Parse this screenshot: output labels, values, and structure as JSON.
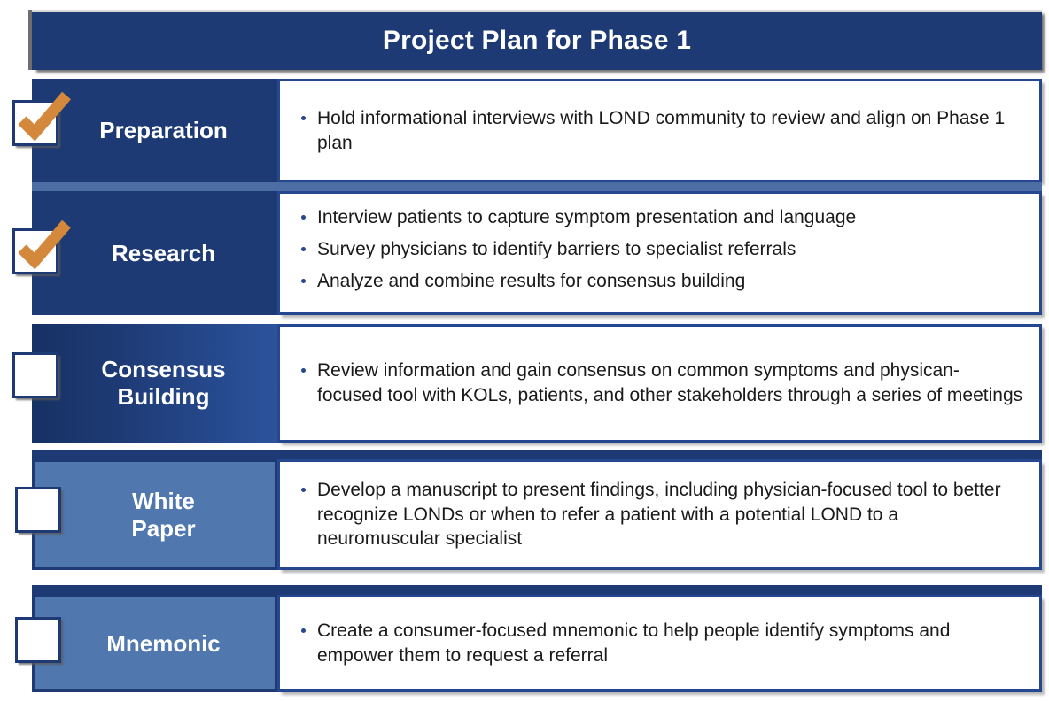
{
  "slide": {
    "title": "Project Plan for Phase 1",
    "colors": {
      "navy": "#1E3A75",
      "mid_blue": "#5077AE",
      "border_blue": "#24478F",
      "check_orange": "#D4883C",
      "white": "#FFFFFF",
      "text_black": "#1A1A1A"
    }
  },
  "rows": [
    {
      "id": "preparation",
      "label": "Preparation",
      "checked": true,
      "checkbox_state": "checked",
      "bullets": [
        "Hold informational interviews with LOND community to review and align on Phase 1 plan"
      ]
    },
    {
      "id": "research",
      "label": "Research",
      "checked": true,
      "checkbox_state": "checked",
      "bullets": [
        "Interview patients to capture symptom presentation and language",
        "Survey physicians to identify barriers to specialist referrals",
        "Analyze and combine results for consensus building"
      ]
    },
    {
      "id": "consensus-building",
      "label": "Consensus\nBuilding",
      "checked": false,
      "checkbox_state": "unchecked",
      "bullets": [
        "Review information and gain consensus on common symptoms and physican-focused tool with KOLs, patients, and other stakeholders through a series of meetings"
      ]
    },
    {
      "id": "white-paper",
      "label": "White\nPaper",
      "checked": false,
      "checkbox_state": "unchecked",
      "bullets": [
        "Develop a manuscript to present findings, including physician-focused tool to better recognize LONDs or when to refer a patient with a potential LOND to a neuromuscular specialist"
      ]
    },
    {
      "id": "mnemonic",
      "label": "Mnemonic",
      "checked": false,
      "checkbox_state": "unchecked",
      "bullets": [
        "Create a consumer-focused mnemonic to help people identify symptoms and empower them to request a referral"
      ]
    }
  ]
}
